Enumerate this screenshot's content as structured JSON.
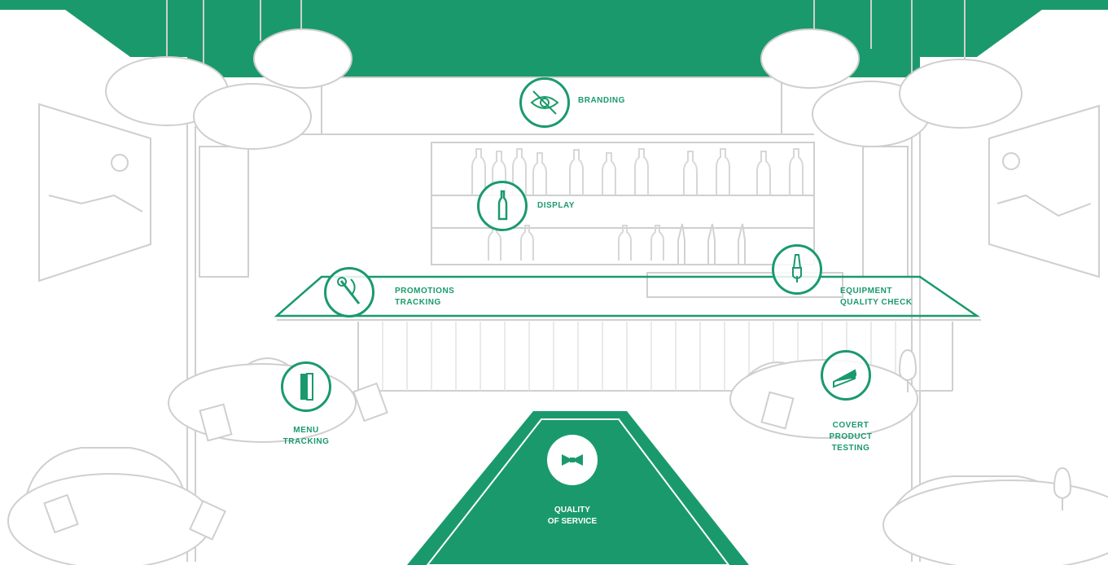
{
  "colors": {
    "brand_green": "#1a9a6c",
    "line_gray": "#c9c9c9",
    "floor_teal": "#1a9a6c"
  },
  "touchpoints": {
    "branding": {
      "label": "BRANDING",
      "icon": "eye-icon"
    },
    "display": {
      "label": "DISPLAY",
      "icon": "bottle-icon"
    },
    "promotions": {
      "label": "PROMOTIONS\nTRACKING",
      "icon": "bottle-opener-icon"
    },
    "equipment": {
      "label": "EQUIPMENT\nQUALITY CHECK",
      "icon": "beer-tap-icon"
    },
    "menu": {
      "label": "MENU\nTRACKING",
      "icon": "menu-card-icon"
    },
    "covert": {
      "label": "COVERT\nPRODUCT\nTESTING",
      "icon": "cake-slice-icon"
    },
    "quality": {
      "label": "QUALITY\nOF SERVICE",
      "icon": "bow-tie-icon"
    }
  }
}
